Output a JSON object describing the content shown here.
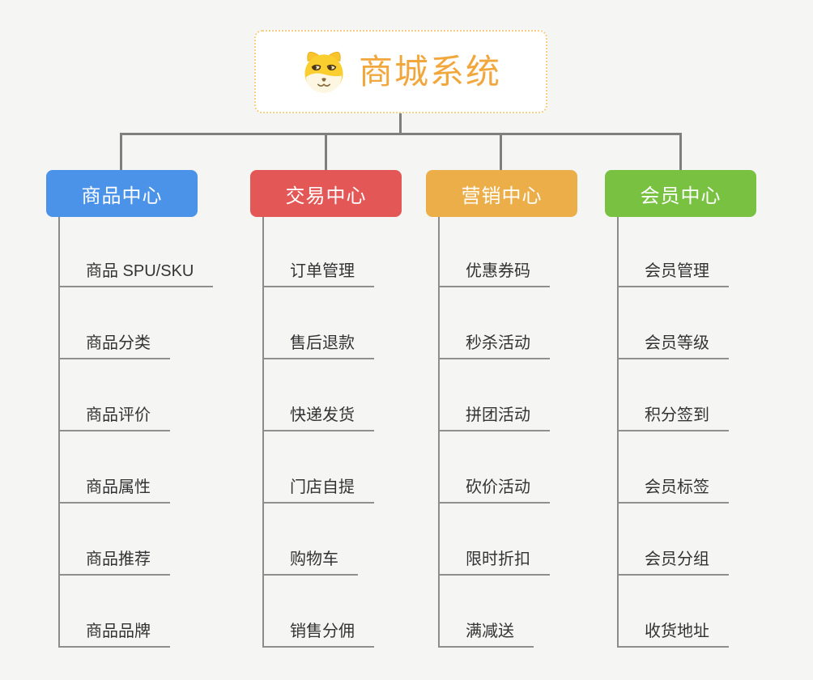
{
  "root": {
    "title": "商城系统",
    "icon": "dog-face-icon",
    "title_color": "#f2a73d",
    "border_color": "#f8cd87"
  },
  "connector_color": "#7f7f7f",
  "branches": [
    {
      "label": "商品中心",
      "color": "#4b93e8",
      "children": [
        "商品 SPU/SKU",
        "商品分类",
        "商品评价",
        "商品属性",
        "商品推荐",
        "商品品牌"
      ]
    },
    {
      "label": "交易中心",
      "color": "#e45757",
      "children": [
        "订单管理",
        "售后退款",
        "快递发货",
        "门店自提",
        "购物车",
        "销售分佣"
      ]
    },
    {
      "label": "营销中心",
      "color": "#ecae49",
      "children": [
        "优惠券码",
        "秒杀活动",
        "拼团活动",
        "砍价活动",
        "限时折扣",
        "满减送"
      ]
    },
    {
      "label": "会员中心",
      "color": "#79c241",
      "children": [
        "会员管理",
        "会员等级",
        "积分签到",
        "会员标签",
        "会员分组",
        "收货地址"
      ]
    }
  ]
}
